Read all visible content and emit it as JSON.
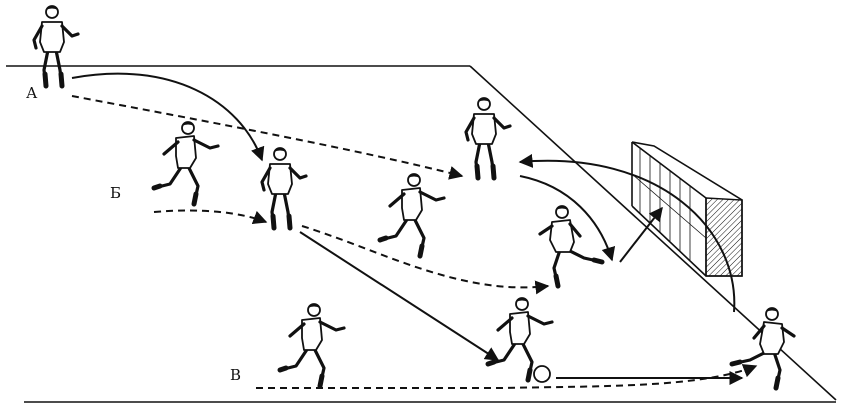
{
  "labels": {
    "player_a": "А",
    "player_b": "Б",
    "player_v": "В"
  },
  "colors": {
    "ink": "#111111",
    "background": "#ffffff"
  },
  "icons": {
    "ball": "soccer-ball-icon",
    "goal": "goal-net-icon"
  }
}
